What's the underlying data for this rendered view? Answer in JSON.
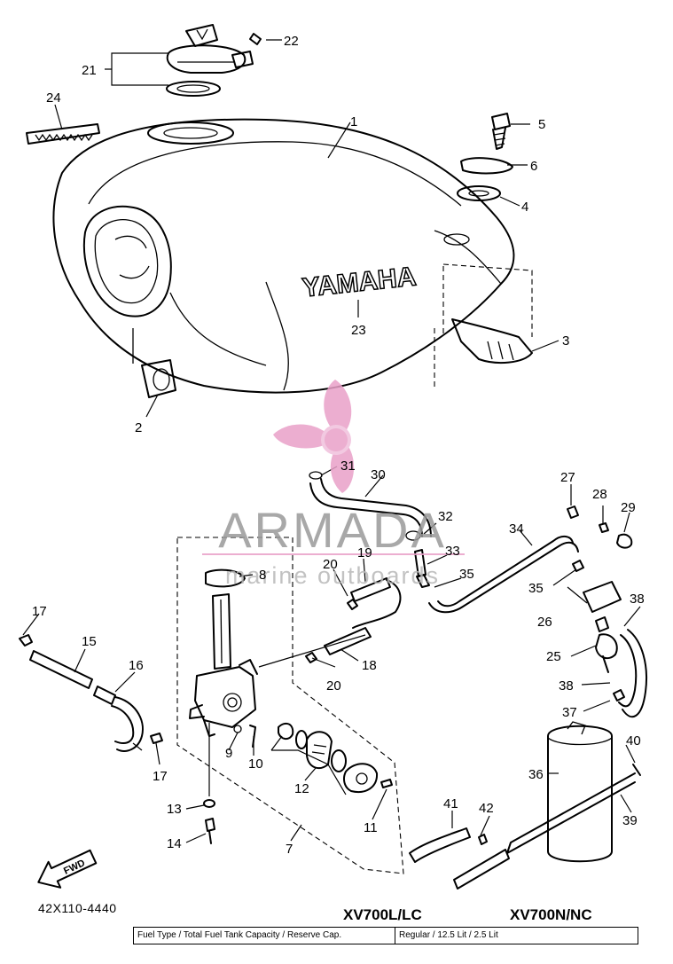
{
  "diagram_code": "42X110-4440",
  "models": {
    "left": "XV700L/LC",
    "right": "XV700N/NC"
  },
  "spec_table": {
    "label": "Fuel Type / Total Fuel Tank Capacity / Reserve Cap.",
    "value": "Regular / 12.5 Lit / 2.5 Lit"
  },
  "tank_brand": "YAMAHA",
  "fwd_arrow_text": "FWD",
  "watermark": {
    "brand": "ARMADA",
    "tagline": "marine outboards",
    "accent_color": "#e9a0c8"
  },
  "callouts": [
    "1",
    "2",
    "3",
    "4",
    "5",
    "6",
    "7",
    "8",
    "9",
    "10",
    "11",
    "12",
    "13",
    "14",
    "15",
    "16",
    "17",
    "17",
    "18",
    "19",
    "20",
    "20",
    "21",
    "22",
    "23",
    "24",
    "25",
    "26",
    "27",
    "28",
    "29",
    "30",
    "31",
    "32",
    "33",
    "34",
    "35",
    "35",
    "36",
    "37",
    "38",
    "38",
    "39",
    "40",
    "41",
    "42"
  ]
}
